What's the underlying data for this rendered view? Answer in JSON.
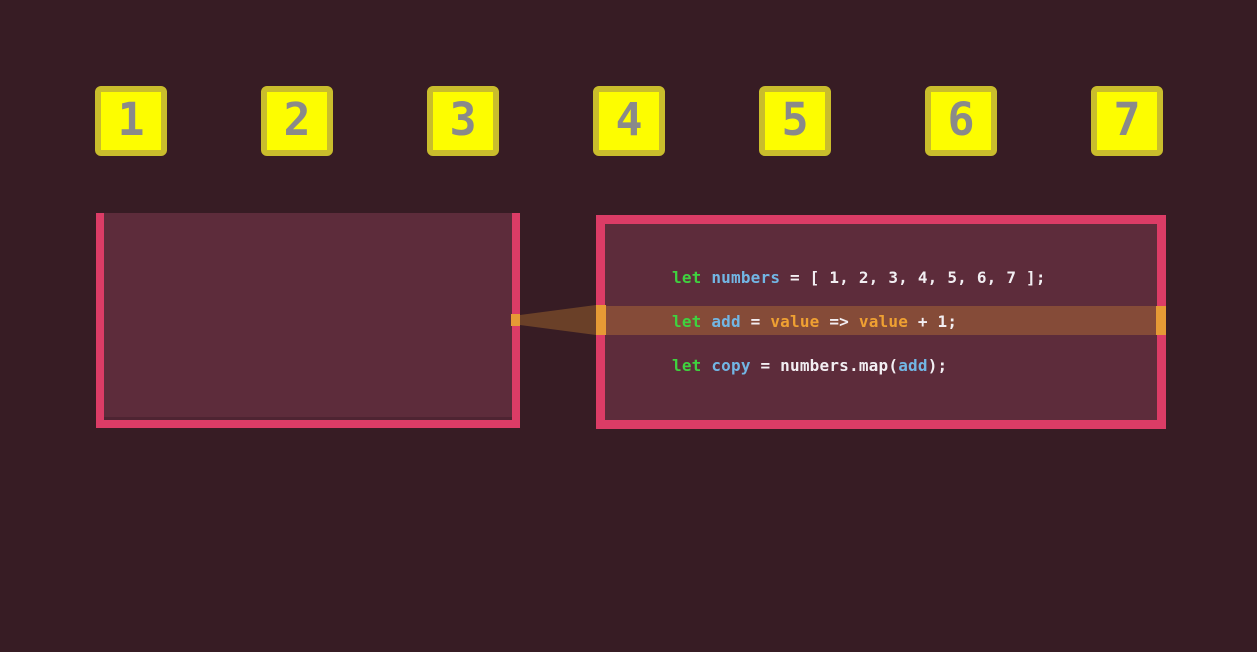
{
  "palette": {
    "background": "#371c24",
    "box_fill": "#5d2c3b",
    "box_border_pink": "#db3c66",
    "box_inner_shade": "rgba(35,12,22,0.25)",
    "square_fill": "#fdfd00",
    "square_border": "#c9bd2c",
    "square_digit": "#8a8a8a",
    "code_keyword": "#3fd23f",
    "code_identifier": "#72b6e4",
    "code_parameter": "#efa032",
    "code_plain": "#f2eef2",
    "beam_solid": "#e69a35",
    "beam_translucent": "rgba(226,150,50,0.30)"
  },
  "squares": {
    "values": [
      "1",
      "2",
      "3",
      "4",
      "5",
      "6",
      "7"
    ]
  },
  "code": {
    "lines": [
      {
        "tokens": [
          {
            "type": "keyword",
            "text": "let"
          },
          {
            "type": "plain",
            "text": " "
          },
          {
            "type": "identifier",
            "text": "numbers"
          },
          {
            "type": "plain",
            "text": " = [ 1, 2, 3, 4, 5, 6, 7 ];"
          }
        ]
      },
      {
        "tokens": [
          {
            "type": "keyword",
            "text": "let"
          },
          {
            "type": "plain",
            "text": " "
          },
          {
            "type": "identifier",
            "text": "add"
          },
          {
            "type": "plain",
            "text": " = "
          },
          {
            "type": "parameter",
            "text": "value"
          },
          {
            "type": "plain",
            "text": " => "
          },
          {
            "type": "parameter",
            "text": "value"
          },
          {
            "type": "plain",
            "text": " + 1;"
          }
        ]
      },
      {
        "tokens": [
          {
            "type": "keyword",
            "text": "let"
          },
          {
            "type": "plain",
            "text": " "
          },
          {
            "type": "identifier",
            "text": "copy"
          },
          {
            "type": "plain",
            "text": " = numbers.map("
          },
          {
            "type": "identifier",
            "text": "add"
          },
          {
            "type": "plain",
            "text": ");"
          }
        ]
      }
    ]
  },
  "highlight": {
    "highlighted_line_index": 1,
    "highlighted_line_text": "let add = value => value + 1;"
  }
}
